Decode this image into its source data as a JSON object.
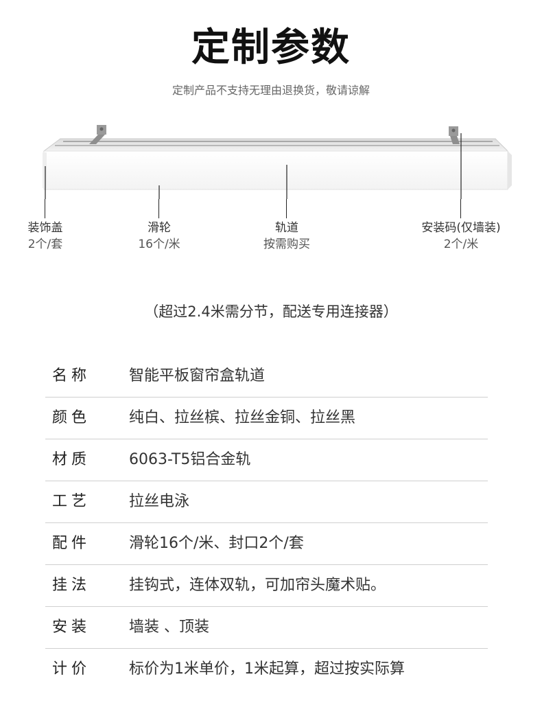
{
  "header": {
    "title": "定制参数",
    "subtitle": "定制产品不支持无理由退换货，敬请谅解"
  },
  "diagram": {
    "callouts": [
      {
        "name": "装饰盖",
        "qty": "2个/套"
      },
      {
        "name": "滑轮",
        "qty": "16个/米"
      },
      {
        "name": "轨道",
        "qty": "按需购买"
      },
      {
        "name": "安装码(仅墙装)",
        "qty": "2个/米"
      }
    ],
    "note": "（超过2.4米需分节，配送专用连接器）"
  },
  "specs": [
    {
      "label": "名称",
      "value": "智能平板窗帘盒轨道"
    },
    {
      "label": "颜色",
      "value": "纯白、拉丝槟、拉丝金铜、拉丝黑"
    },
    {
      "label": "材质",
      "value": "6063-T5铝合金轨"
    },
    {
      "label": "工艺",
      "value": "拉丝电泳"
    },
    {
      "label": "配件",
      "value": "滑轮16个/米、封口2个/套"
    },
    {
      "label": "挂法",
      "value": "挂钩式，连体双轨，可加帘头魔术贴。"
    },
    {
      "label": "安装",
      "value": "墙装 、顶装"
    },
    {
      "label": "计价",
      "value": "标价为1米单价，1米起算，超过按实际算"
    }
  ]
}
